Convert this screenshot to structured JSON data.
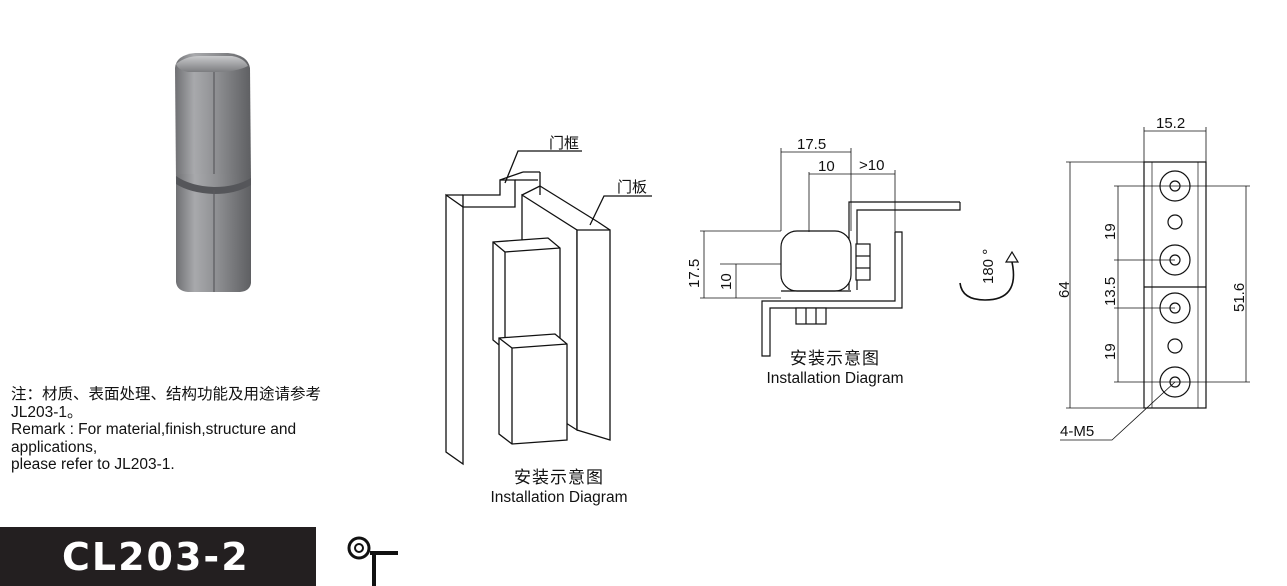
{
  "note": {
    "line1": "注：材质、表面处理、结构功能及用途请参考",
    "line2": "JL203-1。",
    "line3": "Remark : For material,finish,structure and",
    "line4": "applications,",
    "line5": "please refer to JL203-1."
  },
  "model": "CL203-2",
  "diagram1": {
    "label_frame": "门框",
    "label_panel": "门板",
    "caption_zh": "安装示意图",
    "caption_en": "Installation Diagram"
  },
  "diagram2": {
    "dim_top": "17.5",
    "dim_mid": "10",
    "dim_right": ">10",
    "dim_left_outer": "17.5",
    "dim_left_inner": "10",
    "rotation": "180 °",
    "caption_zh": "安装示意图",
    "caption_en": "Installation Diagram"
  },
  "diagram3": {
    "width": "15.2",
    "height_total": "64",
    "spacing_top": "19",
    "spacing_mid": "13.5",
    "spacing_bottom": "19",
    "hole_span": "51.6",
    "holes": "4-M5"
  },
  "icon": "key-lock-icon"
}
